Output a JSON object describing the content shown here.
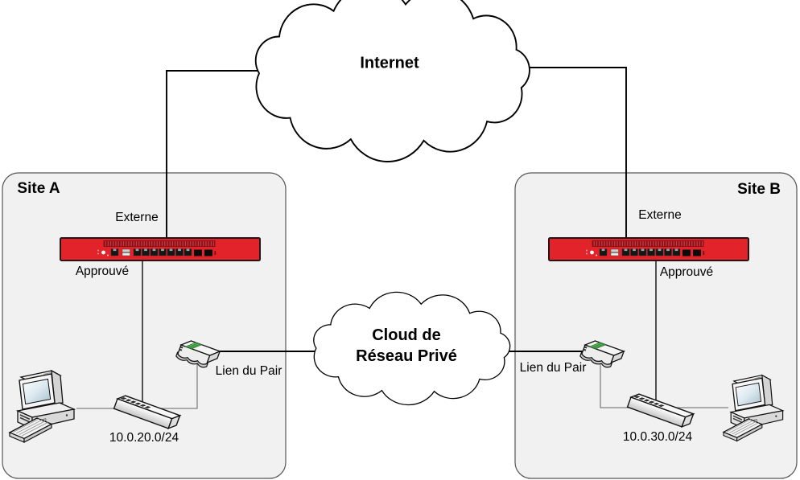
{
  "clouds": {
    "internet": {
      "label": "Internet"
    },
    "private": {
      "line1": "Cloud de",
      "line2": "Réseau Privé"
    }
  },
  "site_a": {
    "title": "Site A",
    "external_interface": "Externe",
    "trusted_interface": "Approuvé",
    "peer_link": "Lien du Pair",
    "subnet": "10.0.20.0/24"
  },
  "site_b": {
    "title": "Site B",
    "external_interface": "Externe",
    "trusted_interface": "Approuvé",
    "peer_link": "Lien du Pair",
    "subnet": "10.0.30.0/24"
  },
  "colors": {
    "firewall_red": "#e2232a",
    "firewall_vent_dark": "#8e1016",
    "site_box_fill": "#f1f1f1",
    "router_stripe_green": "#5cb85c",
    "wan_line": "#000000",
    "lan_line": "#808080"
  },
  "icons": {
    "internet_cloud": "network-cloud",
    "private_network_cloud": "network-cloud",
    "firewall": "red-rack-firewall-appliance",
    "switch": "ethernet-switch-3d",
    "router": "vpn-router-3d",
    "computer": "desktop-computer-3d"
  }
}
